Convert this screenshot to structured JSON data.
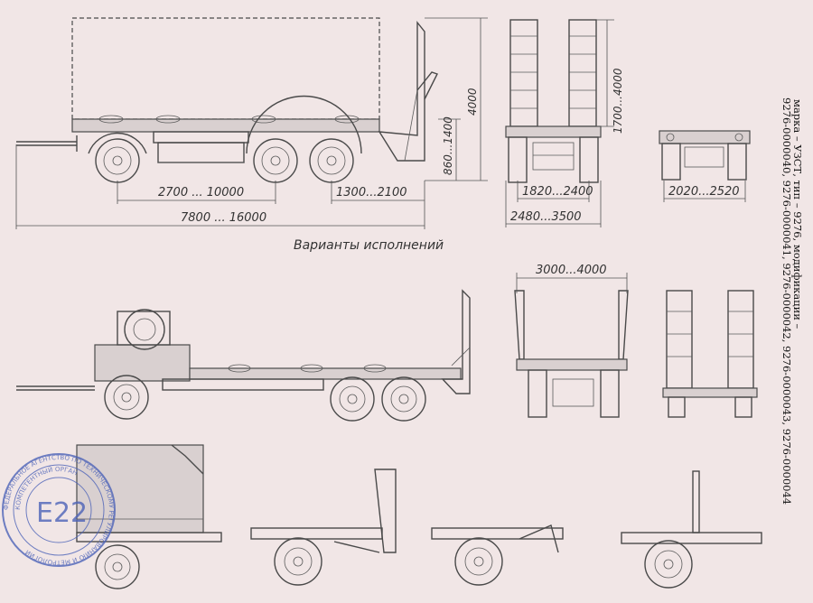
{
  "dimensions": {
    "body_height": "4000",
    "ramp_height": "1700...4000",
    "platform_height": "860...1400",
    "wheelbase": "2700 ... 10000",
    "rear_overhang": "1300...2100",
    "overall_length": "7800 ... 16000",
    "track_width": "1820...2400",
    "overall_width": "2480...3500",
    "front_width": "2020...2520",
    "ramp_spread": "3000...4000"
  },
  "caption": "Варианты исполнений",
  "specification": {
    "line1": "марка – УЗСТ, тип – 9276, модификации –",
    "line2": "9276-0000040, 9276-0000041, 9276-0000042, 9276-0000043, 9276-0000044"
  },
  "stamp": {
    "big_text": "Е22",
    "ring_text": "ФЕДЕРАЛЬНОЕ АГЕНТСТВО ПО ТЕХНИЧЕСКОМУ РЕГУЛИРОВАНИЮ И МЕТРОЛОГИИ",
    "inner_text": "КОМПЕТЕНТНЫЙ ОРГАН"
  },
  "colors": {
    "background": "#f1e6e6",
    "linework": "#4a4a4a",
    "stamp": "#4d63b8"
  }
}
